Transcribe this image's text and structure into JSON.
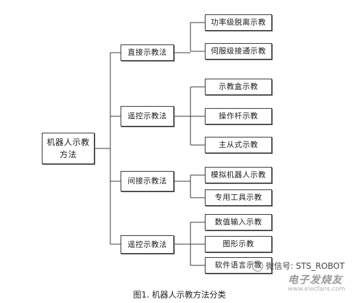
{
  "diagram": {
    "root": "机器人示教方法",
    "categories": [
      {
        "label": "直接示教法",
        "children": [
          "功率级脱离示教",
          "伺服级接通示教"
        ]
      },
      {
        "label": "遥控示教法",
        "children": [
          "示教盒示教",
          "操作杆示教",
          "主从式示教"
        ]
      },
      {
        "label": "间接示教法",
        "children": [
          "模拟机器人示教",
          "专用工具示教"
        ]
      },
      {
        "label": "遥控示教法",
        "children": [
          "数值输入示教",
          "图形示教",
          "软件语言示教"
        ]
      }
    ]
  },
  "caption": "图1. 机器人示教方法分类",
  "watermark": {
    "wechat": "微信号: STS_ROBOT",
    "logo": "电子发烧友",
    "site": "www.elecfans.com"
  }
}
